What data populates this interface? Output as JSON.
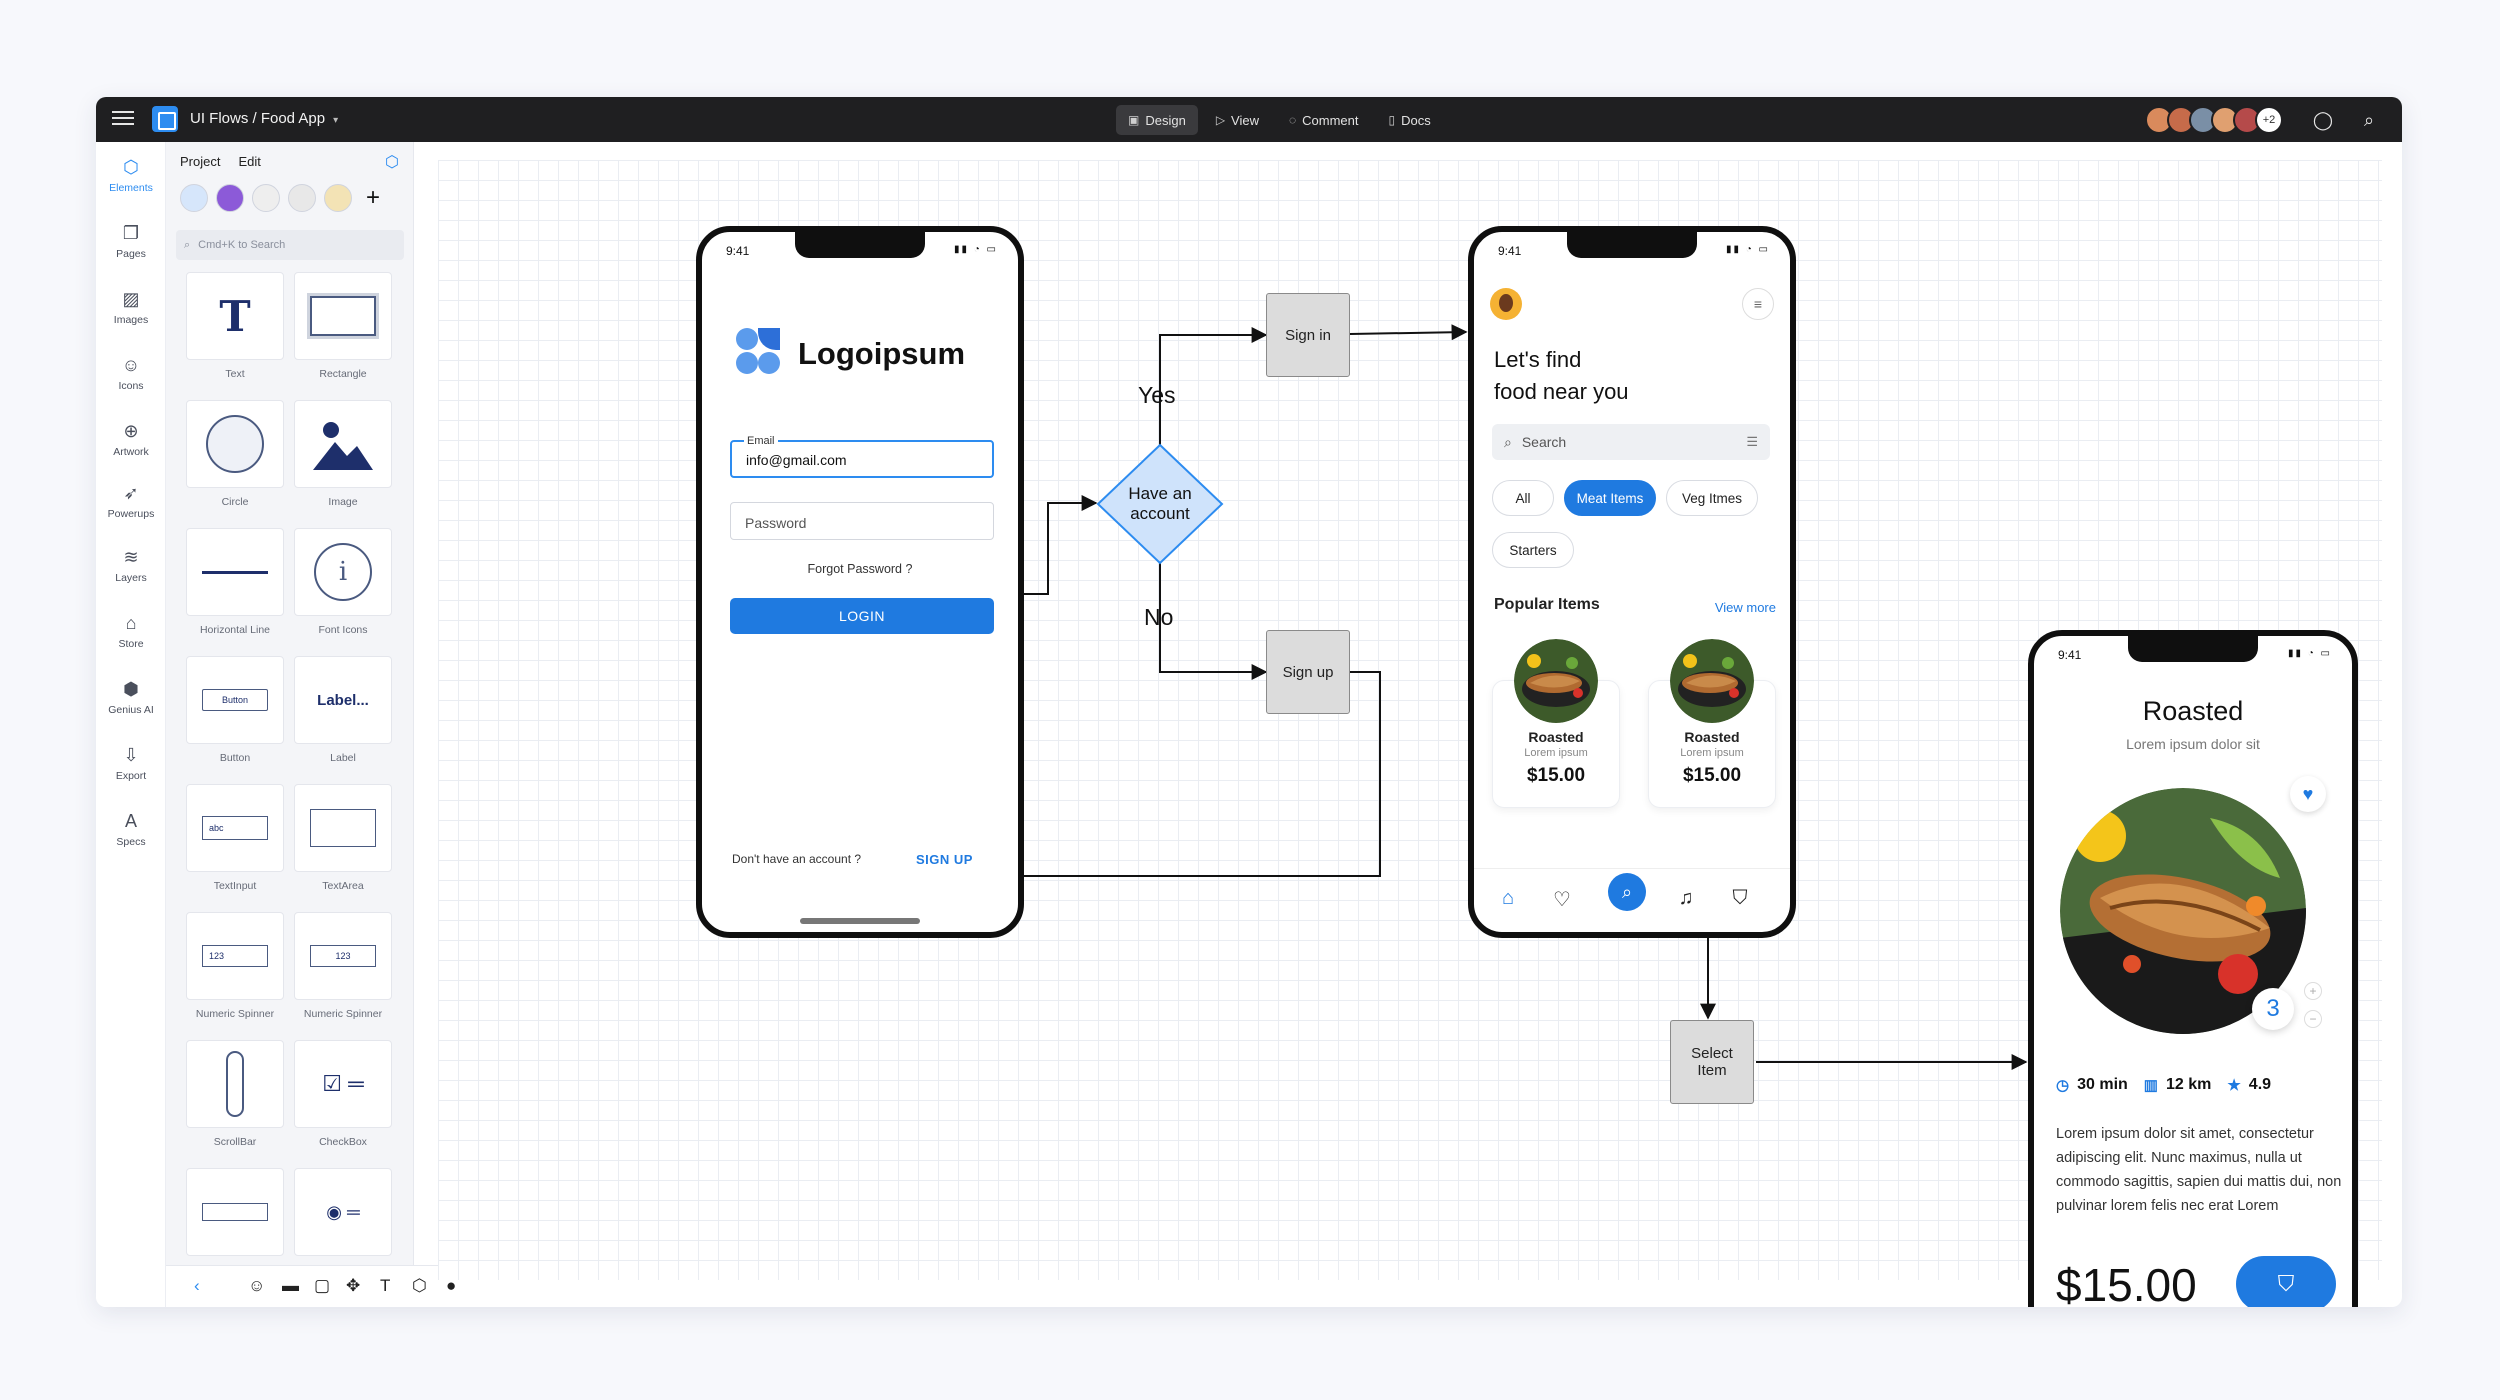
{
  "topbar": {
    "title": "UI Flows / Food App",
    "tabs": [
      {
        "label": "Design",
        "icon": "layout-icon"
      },
      {
        "label": "View",
        "icon": "play-icon"
      },
      {
        "label": "Comment",
        "icon": "comment-icon"
      },
      {
        "label": "Docs",
        "icon": "doc-icon"
      }
    ],
    "collaborators_more": "+2"
  },
  "rail": [
    {
      "label": "Elements",
      "icon": "cube-icon",
      "active": true
    },
    {
      "label": "Pages",
      "icon": "pages-icon"
    },
    {
      "label": "Images",
      "icon": "image-icon"
    },
    {
      "label": "Icons",
      "icon": "smiley-icon"
    },
    {
      "label": "Artwork",
      "icon": "basketball-icon"
    },
    {
      "label": "Powerups",
      "icon": "rocket-icon"
    },
    {
      "label": "Layers",
      "icon": "layers-icon"
    },
    {
      "label": "Store",
      "icon": "bag-icon"
    },
    {
      "label": "Genius AI",
      "icon": "ai-icon"
    },
    {
      "label": "Export",
      "icon": "export-icon"
    },
    {
      "label": "Specs",
      "icon": "specs-icon"
    }
  ],
  "panel": {
    "menu_project": "Project",
    "menu_edit": "Edit",
    "search_placeholder": "Cmd+K to Search",
    "elements": [
      "Text",
      "Rectangle",
      "Circle",
      "Image",
      "Horizontal Line",
      "Font Icons",
      "Button",
      "Label",
      "TextInput",
      "TextArea",
      "Numeric Spinner",
      "Numeric Spinner",
      "ScrollBar",
      "CheckBox"
    ],
    "tile_glyphs": {
      "text": "T",
      "button": "Button",
      "label": "Label...",
      "textinput": "abc",
      "spinner_a": "123",
      "spinner_b": "123"
    }
  },
  "login_screen": {
    "time": "9:41",
    "logo": "Logoipsum",
    "email_label": "Email",
    "email_value": "info@gmail.com",
    "password_placeholder": "Password",
    "forgot": "Forgot Password ?",
    "login_button": "LOGIN",
    "signup_prompt": "Don't have an account ?",
    "signup_link": "SIGN UP"
  },
  "flow": {
    "decision": "Have an account",
    "yes": "Yes",
    "no": "No",
    "sign_in": "Sign in",
    "sign_up": "Sign up",
    "select_item": "Select Item"
  },
  "home_screen": {
    "time": "9:41",
    "headline_1": "Let's find",
    "headline_2": "food near you",
    "search_placeholder": "Search",
    "chips": [
      "All",
      "Meat Items",
      "Veg Itmes",
      "Starters"
    ],
    "active_chip": "Meat Items",
    "section_title": "Popular Items",
    "view_more": "View more",
    "items": [
      {
        "name": "Roasted",
        "sub": "Lorem ipsum",
        "price": "$15.00"
      },
      {
        "name": "Roasted",
        "sub": "Lorem ipsum",
        "price": "$15.00"
      }
    ]
  },
  "detail_screen": {
    "time": "9:41",
    "title": "Roasted",
    "subtitle": "Lorem ipsum dolor sit",
    "quantity": "3",
    "time_label": "30 min",
    "distance": "12 km",
    "rating": "4.9",
    "description": "Lorem ipsum dolor sit amet, consectetur adipiscing elit. Nunc maximus, nulla ut commodo sagittis, sapien dui mattis dui, non pulvinar lorem felis nec erat Lorem",
    "price": "$15.00"
  },
  "colors": {
    "accent": "#1f7ae0",
    "brand": "#2d8cf0",
    "topbar": "#1f1f21"
  }
}
